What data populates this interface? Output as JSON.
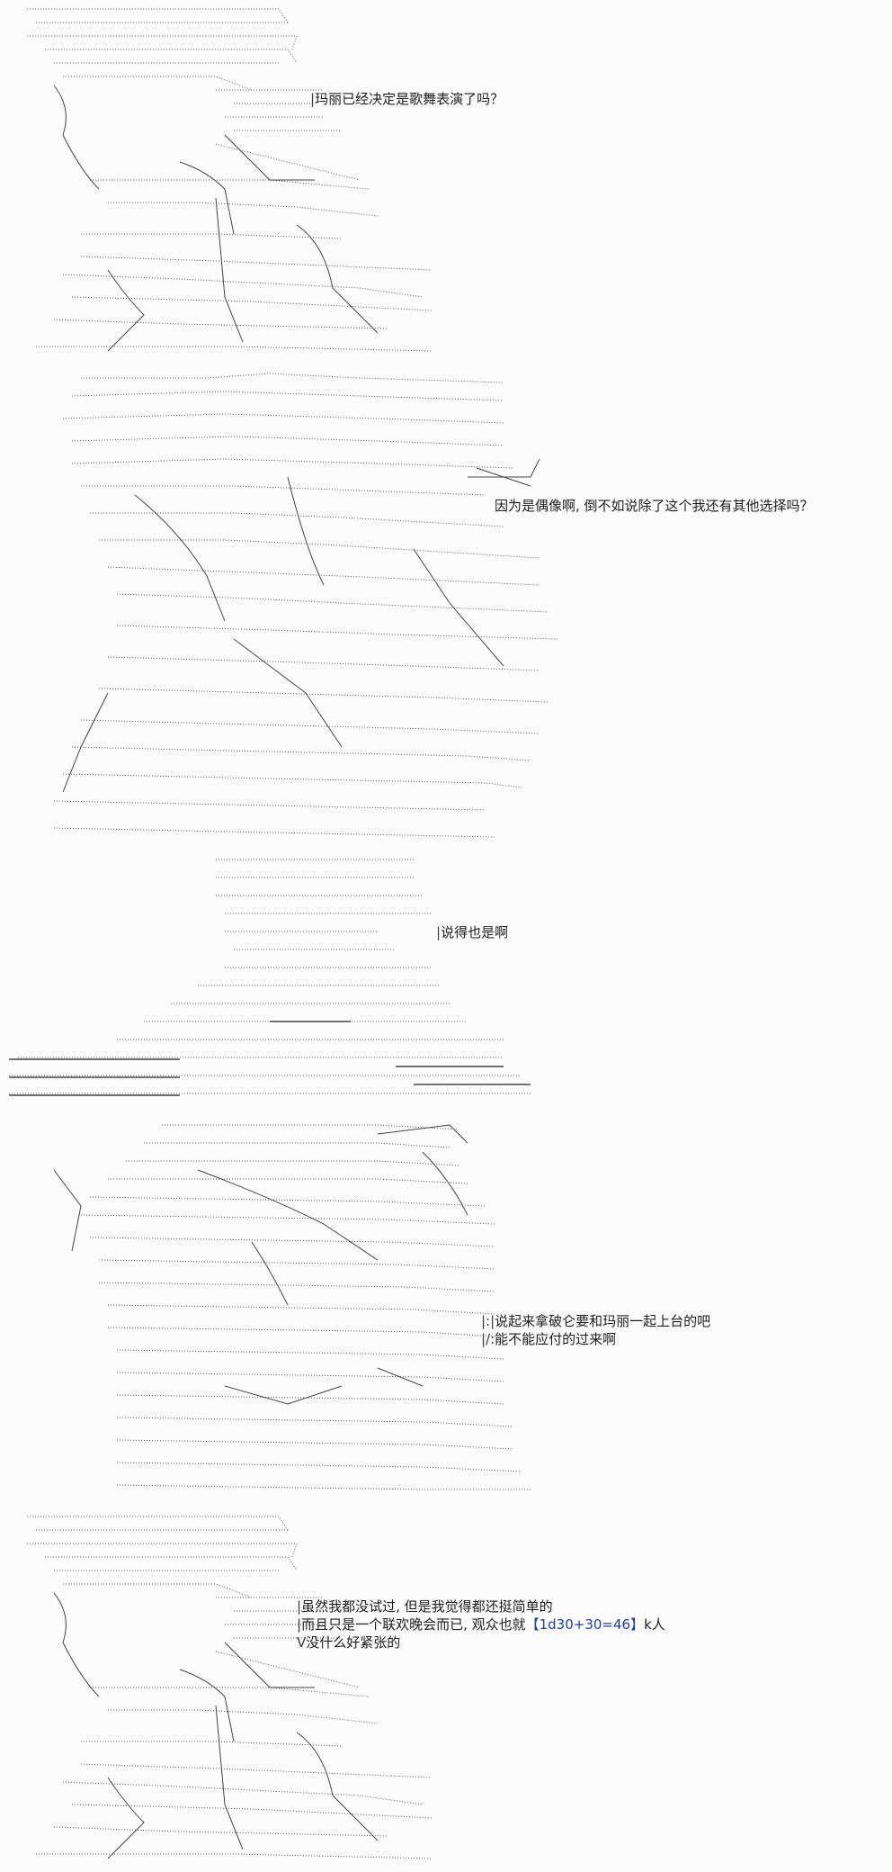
{
  "panels": [
    {
      "lines": [
        "玛丽已经决定是歌舞表演了吗？"
      ]
    },
    {
      "lines": [
        "因为是偶像啊, 倒不如说除了这个我还有其他选择吗？"
      ]
    },
    {
      "lines": [
        "说得也是啊"
      ]
    },
    {
      "lines": [
        "说起来拿破仑要和玛丽一起上台的吧",
        "能不能应付的过来啊"
      ]
    },
    {
      "lines": [
        "虽然我都没试过, 但是我觉得都还挺简单的",
        "而且只是一个联欢晚会而已, 观众也就"
      ],
      "dice_roll": "【1d30+30=46】",
      "after_roll": "k人",
      "line3": "没什么好紧张的"
    }
  ]
}
